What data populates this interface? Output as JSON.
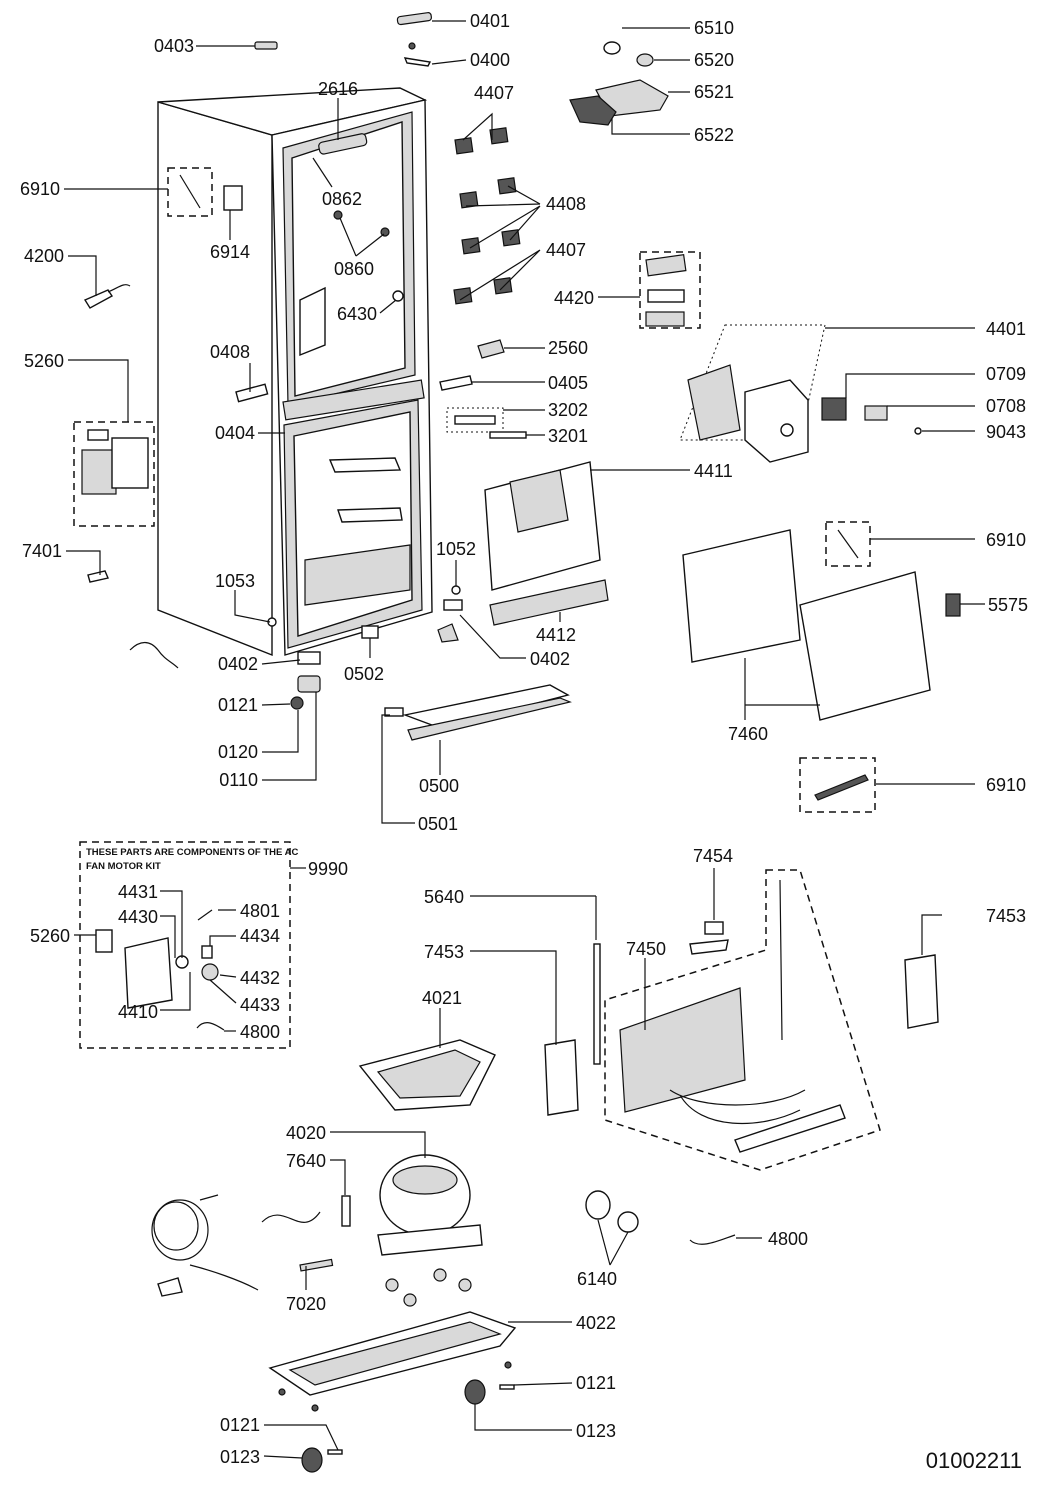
{
  "callouts": {
    "c0401": "0401",
    "c0400": "0400",
    "c0403": "0403",
    "c6510": "6510",
    "c6520": "6520",
    "c6521": "6521",
    "c6522": "6522",
    "c2616": "2616",
    "c4407a": "4407",
    "c6910a": "6910",
    "c0862": "0862",
    "c4408": "4408",
    "c6914": "6914",
    "c4200": "4200",
    "c0860": "0860",
    "c4407b": "4407",
    "c4420": "4420",
    "c6430": "6430",
    "c4401": "4401",
    "c5260a": "5260",
    "c0408": "0408",
    "c2560": "2560",
    "c0405": "0405",
    "c0709": "0709",
    "c3202": "3202",
    "c0708": "0708",
    "c0404": "0404",
    "c3201": "3201",
    "c9043": "9043",
    "c4411": "4411",
    "c6910b": "6910",
    "c7401": "7401",
    "c1052": "1052",
    "c5575": "5575",
    "c1053": "1053",
    "c4412": "4412",
    "c0402a": "0402",
    "c0402b": "0402",
    "c0502": "0502",
    "c0121a": "0121",
    "c7460": "7460",
    "c0120": "0120",
    "c0110": "0110",
    "c6910c": "6910",
    "c0500": "0500",
    "c0501": "0501",
    "c9990": "9990",
    "c7454": "7454",
    "c4431": "4431",
    "c4801": "4801",
    "c5640": "5640",
    "c7453a": "7453",
    "c4430": "4430",
    "c4434": "4434",
    "c5260b": "5260",
    "c7453b": "7453",
    "c7450": "7450",
    "c4432": "4432",
    "c4433": "4433",
    "c4410": "4410",
    "c4021": "4021",
    "c4800a": "4800",
    "c4020": "4020",
    "c7640": "7640",
    "c4800b": "4800",
    "c6140": "6140",
    "c7020": "7020",
    "c4022": "4022",
    "c0121b": "0121",
    "c0123a": "0123",
    "c0121c": "0121",
    "c0123b": "0123"
  },
  "kit_note": {
    "line1": "THESE PARTS ARE COMPONENTS OF THE AC",
    "line2": "FAN MOTOR KIT"
  },
  "document_number": "01002211"
}
